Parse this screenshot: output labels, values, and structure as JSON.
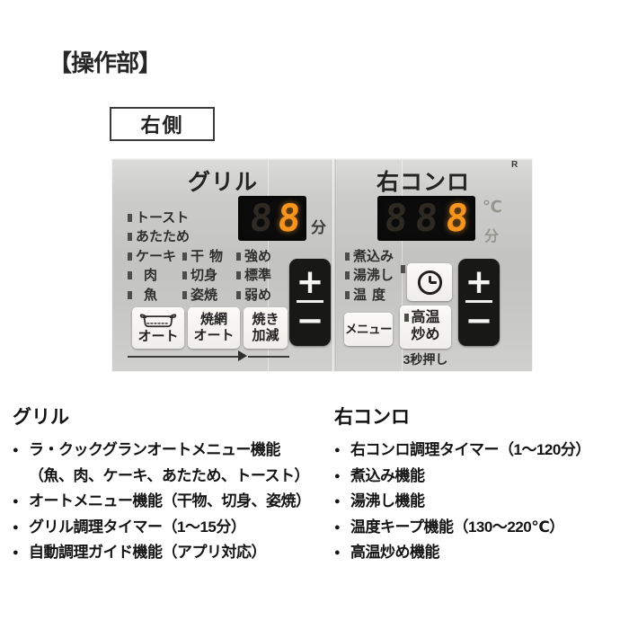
{
  "page": {
    "title": "【操作部】",
    "side_label": "右側"
  },
  "glyphs": {
    "bullet": "●"
  },
  "panel": {
    "corner_label": "R",
    "grill": {
      "title": "グリル",
      "display": {
        "digits": [
          "8",
          "8"
        ],
        "unit": "分"
      },
      "menu_lamps": [
        "トースト",
        "あたため",
        "ケーキ",
        "肉",
        "魚"
      ],
      "auto_lamps": [
        "干物",
        "切身",
        "姿焼"
      ],
      "level_lamps": [
        "強め",
        "標準",
        "弱め"
      ],
      "lacook_button_label": "オート",
      "yakiami_button": [
        "焼網",
        "オート"
      ],
      "yakikagen_button": [
        "焼き",
        "加減"
      ],
      "plus_label": "+",
      "minus_label": "−"
    },
    "right_burner": {
      "title": "右コンロ",
      "display": {
        "digits": [
          "8",
          "8",
          "8"
        ],
        "unit_top": "℃",
        "unit_bottom": "分"
      },
      "mode_lamps": [
        "煮込み",
        "湯沸し",
        "温度"
      ],
      "menu_button_label": "メニュー",
      "koon_button": [
        "高温",
        "炒め"
      ],
      "hold_note": "3秒押し",
      "plus_label": "+",
      "minus_label": "−"
    }
  },
  "features": {
    "grill": {
      "heading": "グリル",
      "items": [
        {
          "lines": [
            "ラ・クックグランオートメニュー機能",
            "（魚、肉、ケーキ、あたため、トースト）"
          ]
        },
        {
          "lines": [
            "オートメニュー機能（干物、切身、姿焼）"
          ]
        },
        {
          "lines": [
            "グリル調理タイマー（1～15分）"
          ]
        },
        {
          "lines": [
            "自動調理ガイド機能（アプリ対応）"
          ]
        }
      ]
    },
    "right_burner": {
      "heading": "右コンロ",
      "items": [
        {
          "lines": [
            "右コンロ調理タイマー（1～120分）"
          ]
        },
        {
          "lines": [
            "煮込み機能"
          ]
        },
        {
          "lines": [
            "湯沸し機能"
          ]
        },
        {
          "lines": [
            "温度キープ機能（130～220℃）"
          ]
        },
        {
          "lines": [
            "高温炒め機能"
          ]
        }
      ]
    }
  }
}
